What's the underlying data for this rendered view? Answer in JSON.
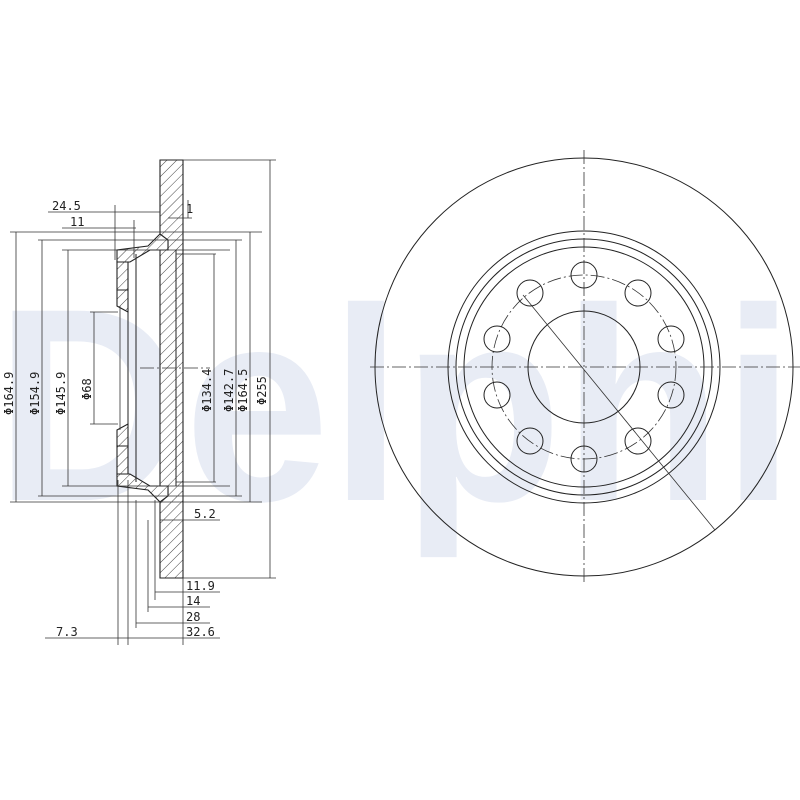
{
  "watermark": {
    "text": "Delphi",
    "color": "#e8ecf5"
  },
  "side_view": {
    "top_dims": {
      "width_24_5": "24.5",
      "width_11": "11",
      "offset_1": "1"
    },
    "diameters": {
      "d164_9": "Φ164.9",
      "d154_9": "Φ154.9",
      "d145_9": "Φ145.9",
      "d68": "Φ68",
      "d134_4": "Φ134.4",
      "d142_7": "Φ142.7",
      "d164_5": "Φ164.5",
      "d255": "Φ255"
    },
    "bottom_dims": {
      "thickness_5_2": "5.2",
      "dim_11_9": "11.9",
      "dim_14": "14",
      "dim_28": "28",
      "dim_32_6": "32.6",
      "dim_7_3": "7.3"
    }
  },
  "front_view": {
    "bolt_holes": 10,
    "description": "Front view of brake disc with 10-hole bolt pattern"
  }
}
